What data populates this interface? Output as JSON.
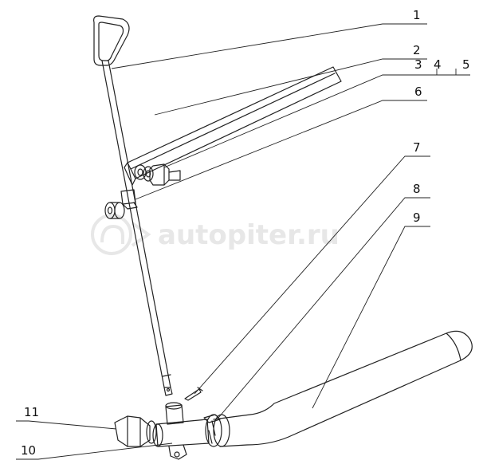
{
  "colors": {
    "line": "#222222",
    "watermark": "#e7e7e7",
    "background": "#ffffff"
  },
  "watermark": {
    "text": "autopiter.ru"
  },
  "callouts": [
    {
      "id": "c1",
      "label": "1"
    },
    {
      "id": "c2",
      "label": "2"
    },
    {
      "id": "c3",
      "label": "3"
    },
    {
      "id": "c4",
      "label": "4"
    },
    {
      "id": "c5",
      "label": "5"
    },
    {
      "id": "c6",
      "label": "6"
    },
    {
      "id": "c7",
      "label": "7"
    },
    {
      "id": "c8",
      "label": "8"
    },
    {
      "id": "c9",
      "label": "9"
    },
    {
      "id": "c10",
      "label": "10"
    },
    {
      "id": "c11",
      "label": "11"
    }
  ]
}
